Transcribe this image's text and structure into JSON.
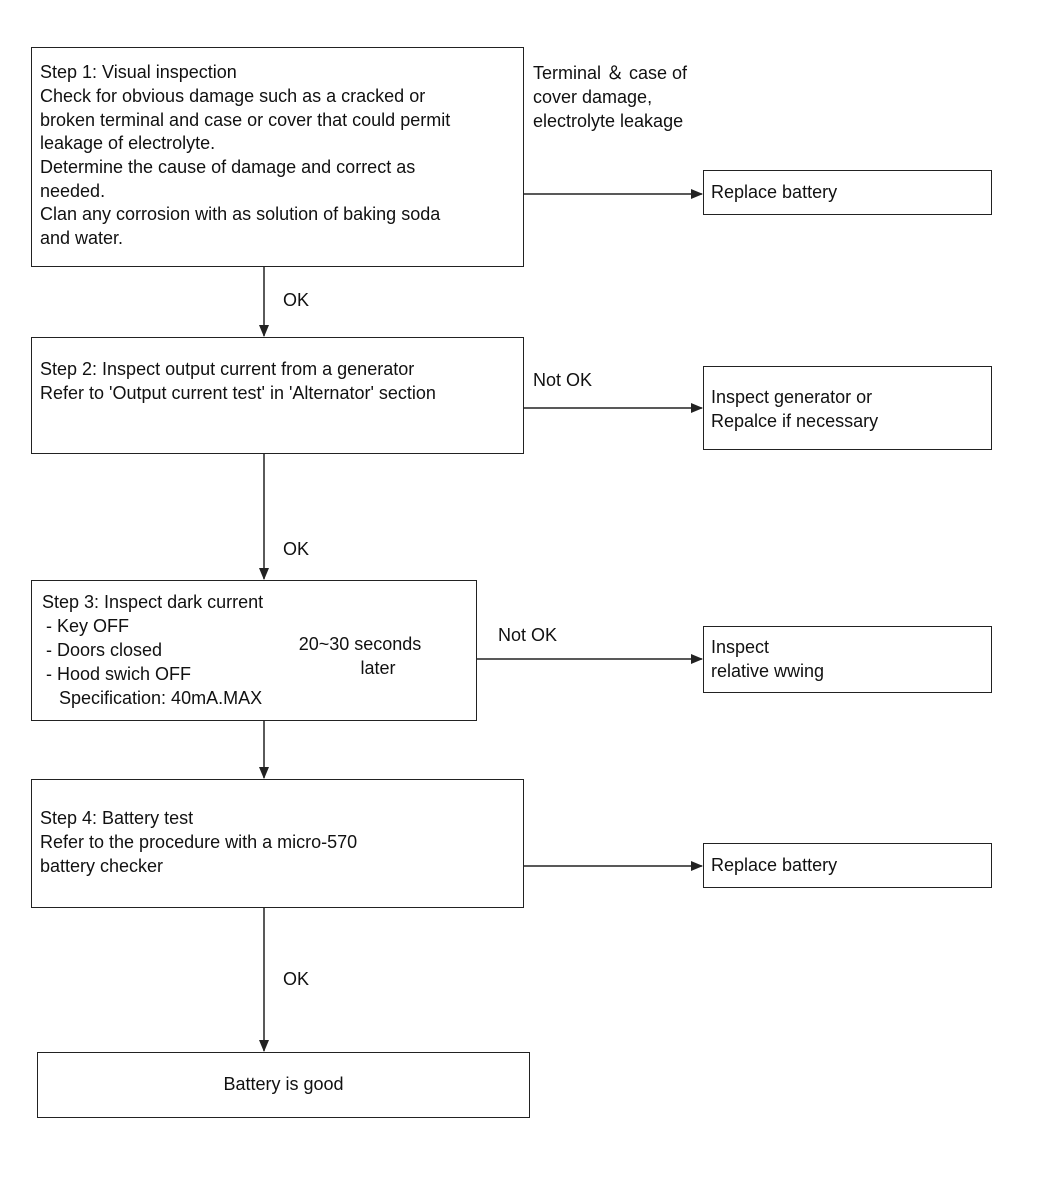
{
  "step1": {
    "lines": [
      "Step 1: Visual inspection",
      "Check for obvious damage such as a cracked or",
      "broken terminal and case or cover that could permit",
      "leakage of electrolyte.",
      "Determine the cause of damage and correct as",
      "needed.",
      "Clan any corrosion with as solution of baking soda",
      "and water."
    ]
  },
  "step1_fail_condition": {
    "lines": [
      "Terminal ＆ case of",
      "cover damage,",
      "electrolyte leakage"
    ]
  },
  "step1_result": "Replace battery",
  "ok_label_1": "OK",
  "step2": {
    "lines": [
      "Step 2: Inspect output current from a generator",
      "Refer to 'Output current test' in 'Alternator' section"
    ]
  },
  "not_ok_label_2": "Not OK",
  "step2_result": {
    "lines": [
      "Inspect generator or",
      "Repalce if necessary"
    ]
  },
  "ok_label_2": "OK",
  "step3": {
    "title": "Step 3: Inspect dark current",
    "conditions": [
      "- Key OFF",
      "- Doors closed",
      "- Hood swich OFF"
    ],
    "timing": [
      "20~30 seconds",
      "later"
    ],
    "specification": "Specification: 40mA.MAX"
  },
  "not_ok_label_3": "Not OK",
  "step3_result": {
    "lines": [
      "Inspect",
      "relative wwing"
    ]
  },
  "step4": {
    "lines": [
      "Step 4: Battery test",
      "Refer to the procedure with a micro-570",
      "battery checker"
    ]
  },
  "step4_result": "Replace battery",
  "ok_label_4": "OK",
  "final_result": "Battery is good"
}
